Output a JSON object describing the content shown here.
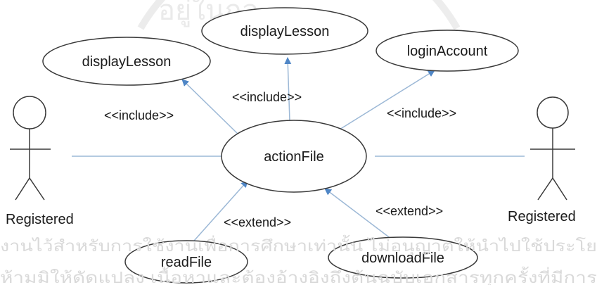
{
  "watermark": {
    "line1": "งานไว้สำหรับการใช้งานเพื่อการศึกษาเท่านั้น ไม่อนุญาตให้นำไปใช้ประโย",
    "line2": "ห้ามมิให้ดัดแปลง เนื้อหาและต้องอ้างอิงถึงต้นฉบับเอกสารทุกครั้งที่มีการ",
    "seal_text": "อยู่ในกล"
  },
  "actors": {
    "left": {
      "label": "Registered"
    },
    "right": {
      "label": "Registered"
    }
  },
  "use_cases": {
    "center": "actionFile",
    "top_left": "displayLesson",
    "top_center": "displayLesson",
    "top_right": "loginAccount",
    "bottom_left": "readFile",
    "bottom_right": "downloadFile"
  },
  "relations": {
    "include_left": "<<include>>",
    "include_center": "<<include>>",
    "include_right": "<<include>>",
    "extend_left": "<<extend>>",
    "extend_right": "<<extend>>"
  },
  "colors": {
    "line": "#9cb8d6",
    "arrow_fill": "#4f86c6",
    "outline": "#3a3a3a",
    "watermark": "#d9d9d9"
  }
}
